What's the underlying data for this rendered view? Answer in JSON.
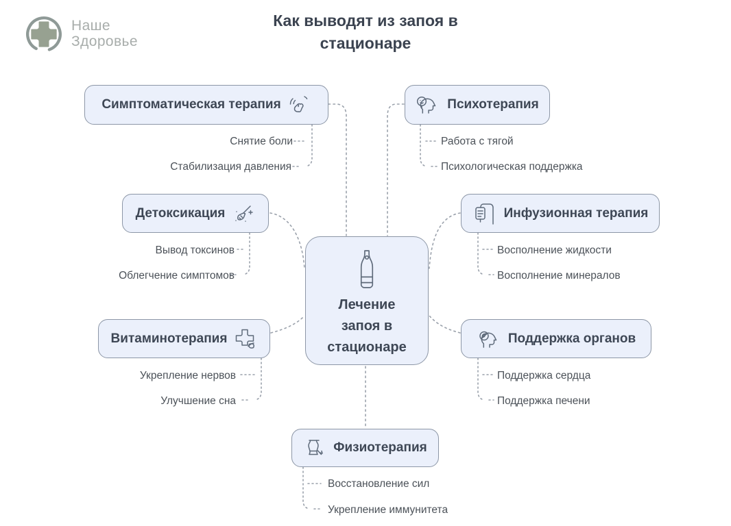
{
  "logo": {
    "line1": "Наше",
    "line2": "Здоровье"
  },
  "title": {
    "line1": "Как выводят из запоя в",
    "line2": "стационаре"
  },
  "center": {
    "line1": "Лечение",
    "line2": "запоя в",
    "line3": "стационаре",
    "icon": "bottle-icon"
  },
  "nodes": {
    "symptomatic": {
      "label": "Симптоматическая терапия",
      "icon": "pain-icon",
      "children": [
        "Снятие боли",
        "Стабилизация давления"
      ]
    },
    "psycho": {
      "label": "Психотерапия",
      "icon": "psychotherapy-icon",
      "children": [
        "Работа с тягой",
        "Психологическая поддержка"
      ]
    },
    "detox": {
      "label": "Детоксикация",
      "icon": "broom-icon",
      "children": [
        "Вывод токсинов",
        "Облегчение симптомов"
      ]
    },
    "infusion": {
      "label": "Инфузионная терапия",
      "icon": "iv-drip-icon",
      "children": [
        "Восполнение жидкости",
        "Восполнение минералов"
      ]
    },
    "vitamin": {
      "label": "Витаминотерапия",
      "icon": "vitamin-cross-icon",
      "children": [
        "Укрепление нервов",
        "Улучшение сна"
      ]
    },
    "organs": {
      "label": "Поддержка органов",
      "icon": "organ-head-icon",
      "children": [
        "Поддержка сердца",
        "Поддержка печени"
      ]
    },
    "physio": {
      "label": "Физиотерапия",
      "icon": "physiotherapy-icon",
      "children": [
        "Восстановление сил",
        "Укрепление иммунитета"
      ]
    }
  },
  "colors": {
    "box_fill": "#EBF0FB",
    "box_border": "#8C96A6",
    "title_text": "#3B4350",
    "label_text": "#3E4755",
    "sub_text": "#4B5158",
    "connector": "#9AA1AB",
    "icon_stroke": "#5E6A7A",
    "logo_gray": "#A8ADAB",
    "logo_green": "#97A191"
  }
}
